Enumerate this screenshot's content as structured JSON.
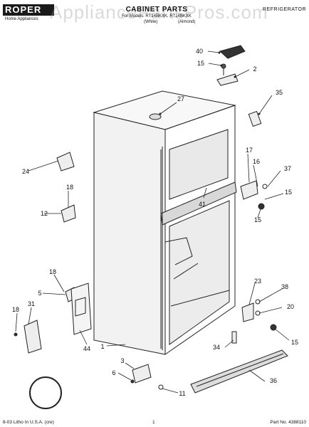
{
  "header": {
    "brand": "ROPER",
    "brand_sub": "Home Appliances",
    "watermark": "AppliancePartsPros.com",
    "title": "CABINET PARTS",
    "models_line": "For Models: RT14BKXK, RT14BKXK",
    "variants": [
      "(White)",
      "(Almond)"
    ],
    "category": "REFRIGERATOR"
  },
  "callouts": [
    "40",
    "15",
    "2",
    "27",
    "35",
    "17",
    "16",
    "37",
    "24",
    "18",
    "12",
    "41",
    "15",
    "15",
    "18",
    "5",
    "23",
    "38",
    "31",
    "18",
    "20",
    "15",
    "34",
    "1",
    "44",
    "3",
    "6",
    "36",
    "11"
  ],
  "footer": {
    "litho": "8-03 Litho In U.S.A. (cre)",
    "page": "1",
    "part_no": "Part No. 4388110"
  }
}
